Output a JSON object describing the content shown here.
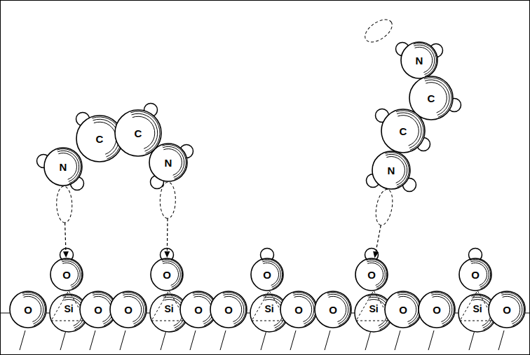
{
  "diagram": {
    "nodes": [
      {
        "text": [
          "N"
        ]
      },
      {
        "text": [
          "C"
        ]
      },
      {
        "text": [
          "C"
        ]
      },
      {
        "text": [
          "N"
        ]
      },
      {
        "text": [
          "N"
        ]
      },
      {
        "text": [
          "C"
        ]
      },
      {
        "text": [
          "C"
        ]
      },
      {
        "text": [
          "N"
        ]
      },
      {
        "text": [
          "O"
        ]
      },
      {
        "text": [
          "O"
        ]
      },
      {
        "text": [
          "O"
        ]
      },
      {
        "text": [
          "O"
        ]
      },
      {
        "text": [
          "O"
        ]
      },
      {
        "text": [
          "O"
        ]
      },
      {
        "text": [
          "O"
        ]
      },
      {
        "text": [
          "O"
        ]
      },
      {
        "text": [
          "O"
        ]
      },
      {
        "text": [
          "O"
        ]
      },
      {
        "text": [
          "O"
        ]
      },
      {
        "text": [
          "O"
        ]
      },
      {
        "text": [
          "O"
        ]
      },
      {
        "text": [
          "O"
        ]
      },
      {
        "text": [
          "O"
        ]
      }
    ],
    "edges": [
      {
        "from": 0,
        "to": 8,
        "arrow": "to"
      },
      {
        "from": 3,
        "to": 11,
        "arrow": "to"
      },
      {
        "from": 7,
        "to": 17,
        "arrow": "to"
      }
    ],
    "labels": [
      "Si",
      "Si",
      "Si",
      "Si",
      "Si"
    ]
  }
}
